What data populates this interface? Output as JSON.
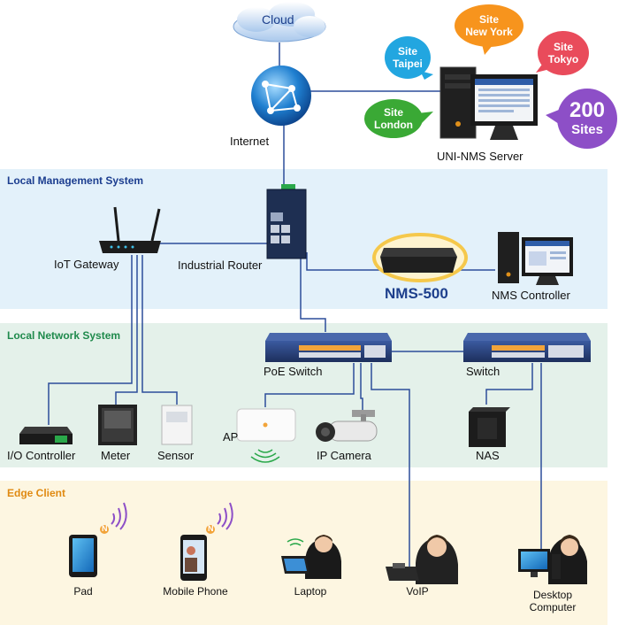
{
  "zones": {
    "management": "Local Management System",
    "network": "Local Network System",
    "edge": "Edge Client"
  },
  "cloud": "Cloud",
  "internet": "Internet",
  "sites": {
    "new_york": [
      "Site",
      "New York"
    ],
    "taipei": [
      "Site",
      "Taipei"
    ],
    "tokyo": [
      "Site",
      "Tokyo"
    ],
    "london": [
      "Site",
      "London"
    ],
    "count": [
      "200",
      "Sites"
    ]
  },
  "server": "UNI-NMS Server",
  "iot_gateway": "IoT Gateway",
  "industrial_router": "Industrial Router",
  "nms500": "NMS-500",
  "nms_controller": "NMS Controller",
  "poe_switch": "PoE Switch",
  "switch": "Switch",
  "io_controller": "I/O Controller",
  "meter": "Meter",
  "sensor": "Sensor",
  "ap": "AP",
  "ip_camera": "IP Camera",
  "nas": "NAS",
  "clients": {
    "pad": "Pad",
    "mobile": "Mobile Phone",
    "laptop": "Laptop",
    "voip": "VoIP",
    "desktop": [
      "Desktop",
      "Computer"
    ]
  },
  "badge": "N",
  "colors": {
    "management_bg": "#e3f1fa",
    "network_bg": "#e4f1ea",
    "edge_bg": "#fdf6e1",
    "management_title": "#1b3d8f",
    "network_title": "#1f8a4c",
    "edge_title": "#e08a12",
    "link": "#2c4d9a",
    "new_york": "#f7941d",
    "taipei": "#22a6e0",
    "tokyo": "#e94b5b",
    "london": "#3aa935",
    "sites_count": "#8d4fc7",
    "nms500_text": "#1d3f8c"
  }
}
